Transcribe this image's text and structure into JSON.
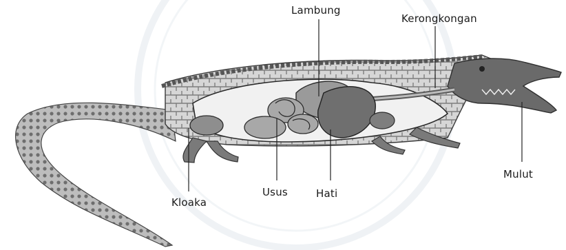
{
  "labels": {
    "lambung": "Lambung",
    "kerongkongan": "Kerongkongan",
    "mulut": "Mulut",
    "kloaka": "Kloaka",
    "usus": "Usus",
    "hati": "Hati"
  },
  "colors": {
    "ink": "#1a1a1a",
    "body_fill": "#d9d9d9",
    "organ_fill": "#9a9a9a",
    "liver_fill": "#6f6f6f",
    "watermark": "#e3e8ee"
  }
}
